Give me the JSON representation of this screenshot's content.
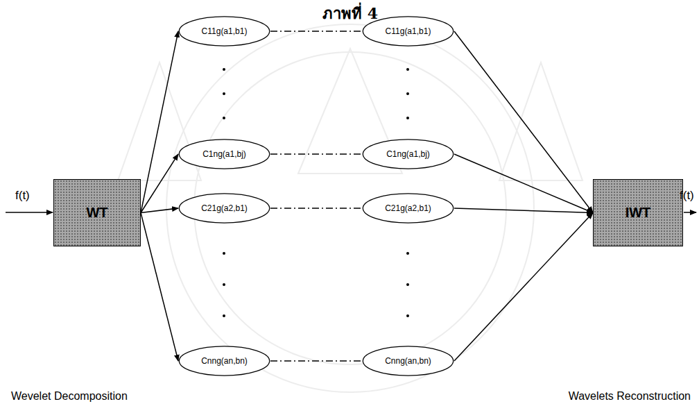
{
  "diagram": {
    "title": "ภาพที่ 4",
    "nodes": [
      {
        "text": [
          "WT"
        ]
      },
      {
        "text": [
          "C11g(a1,b1)"
        ]
      },
      {
        "text": [
          "C1ng(a1,bj)"
        ]
      },
      {
        "text": [
          "C21g(a2,b1)"
        ]
      },
      {
        "text": [
          "Cnng(an,bn)"
        ]
      },
      {
        "text": [
          "C11g(a1,b1)"
        ]
      },
      {
        "text": [
          "C1ng(a1,bj)"
        ]
      },
      {
        "text": [
          "C21g(a2,b1)"
        ]
      },
      {
        "text": [
          "Cnng(an,bn)"
        ]
      },
      {
        "text": [
          "IWT"
        ]
      }
    ],
    "edges": [
      {
        "from": 0,
        "to": 1,
        "arrow": "to"
      },
      {
        "from": 0,
        "to": 2,
        "arrow": "to"
      },
      {
        "from": 0,
        "to": 3,
        "arrow": "to"
      },
      {
        "from": 0,
        "to": 4,
        "arrow": "to"
      },
      {
        "from": 1,
        "to": 5,
        "arrow": "none"
      },
      {
        "from": 2,
        "to": 6,
        "arrow": "none"
      },
      {
        "from": 3,
        "to": 7,
        "arrow": "none"
      },
      {
        "from": 4,
        "to": 8,
        "arrow": "none"
      },
      {
        "from": 5,
        "to": 9,
        "arrow": "to"
      },
      {
        "from": 6,
        "to": 9,
        "arrow": "to"
      },
      {
        "from": 7,
        "to": 9,
        "arrow": "to"
      },
      {
        "from": 8,
        "to": 9,
        "arrow": "to"
      }
    ],
    "labels": [
      "f(t)",
      "f(t)",
      "Wevelet Decomposition",
      "Wavelets Reconstruction"
    ]
  }
}
